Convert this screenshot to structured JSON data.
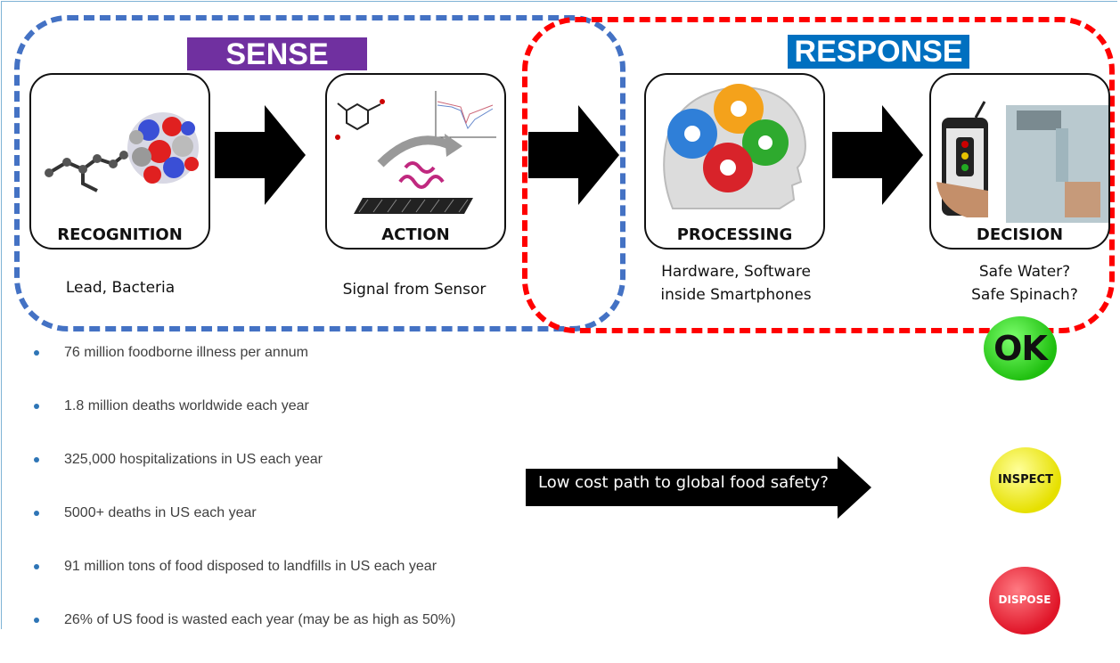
{
  "banners": {
    "sense": "SENSE",
    "response": "RESPONSE"
  },
  "steps": [
    {
      "label": "RECOGNITION",
      "caption_lines": [
        "Lead, Bacteria"
      ]
    },
    {
      "label": "ACTION",
      "caption_lines": [
        "Signal from Sensor"
      ]
    },
    {
      "label": "PROCESSING",
      "caption_lines": [
        "Hardware, Software",
        "inside Smartphones"
      ]
    },
    {
      "label": "DECISION",
      "caption_lines": [
        "Safe Water?",
        "Safe Spinach?"
      ]
    }
  ],
  "bullets": [
    "76 million foodborne illness per annum",
    "1.8 million deaths worldwide each year",
    "325,000 hospitalizations in US each year",
    "5000+ deaths in US each year",
    "91 million tons of food disposed to landfills in US each year",
    "26% of US food is wasted each year (may be as high as 50%)"
  ],
  "cost_arrow_text": "Low cost path to global food safety?",
  "status_circles": {
    "ok": "OK",
    "inspect": "INSPECT",
    "dispose": "DISPOSE"
  },
  "colors": {
    "sense_banner": "#7030a0",
    "response_banner": "#0070c0",
    "sense_border": "#4472c4",
    "response_border": "#ff0000",
    "ok": "#1fbf0f",
    "inspect": "#e6e000",
    "dispose": "#e01528"
  }
}
